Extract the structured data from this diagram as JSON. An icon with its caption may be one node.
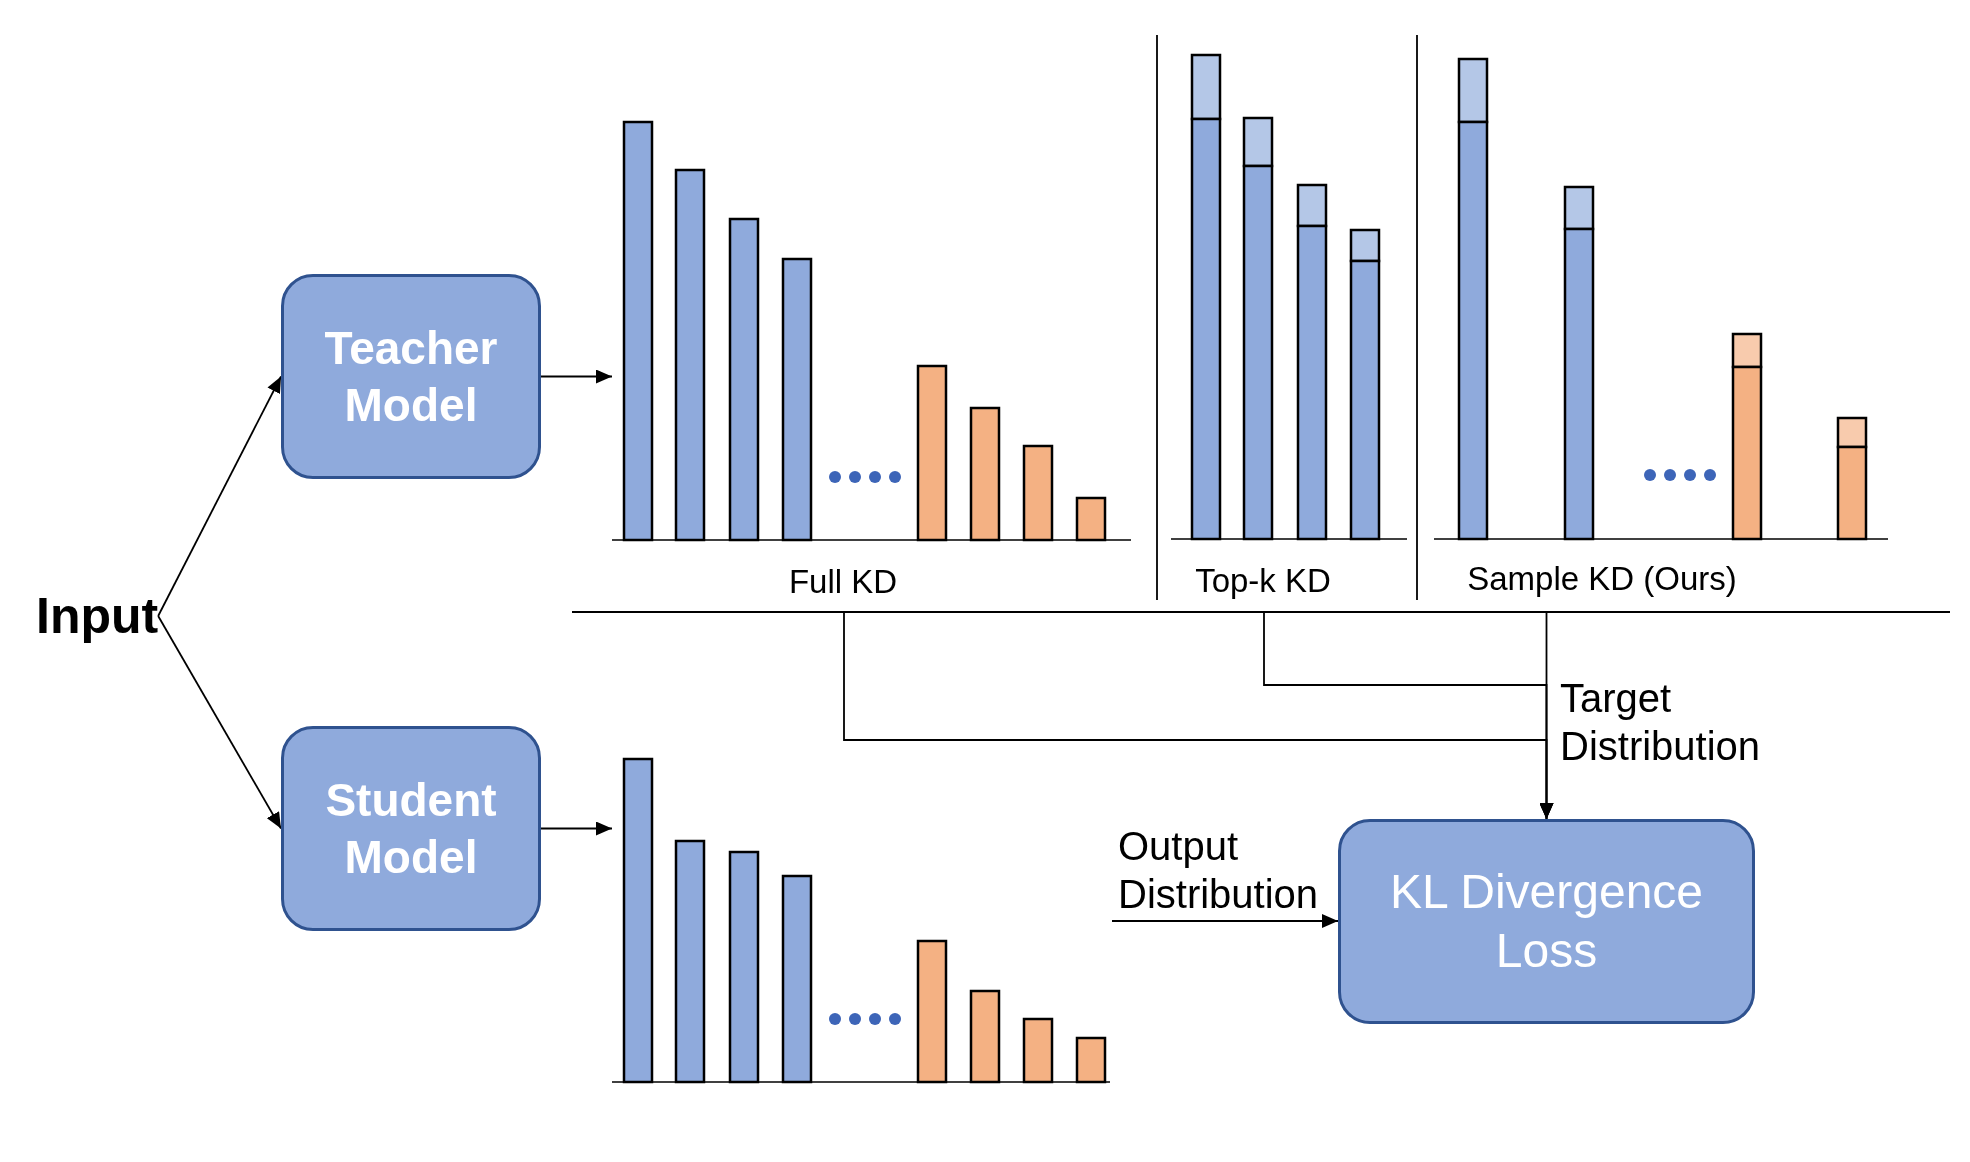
{
  "diagram": {
    "nodes": [
      {
        "text": [
          "Input"
        ]
      },
      {
        "text": [
          "Teacher Model"
        ]
      },
      {
        "text": [
          "Student Model"
        ]
      },
      {
        "text": [],
        "shape": "picture",
        "beside": [
          "Full KD"
        ]
      },
      {
        "text": [],
        "shape": "picture",
        "beside": [
          "Top-k KD"
        ]
      },
      {
        "text": [],
        "shape": "picture",
        "beside": [
          "Sample KD (Ours)"
        ]
      },
      {
        "text": [],
        "shape": "picture"
      },
      {
        "text": [
          "KL Divergence Loss"
        ]
      }
    ],
    "edges": [
      {
        "from": 0,
        "to": 1,
        "arrow": "to"
      },
      {
        "from": 0,
        "to": 2,
        "arrow": "to"
      },
      {
        "from": 1,
        "to": 3,
        "arrow": "to"
      },
      {
        "from": 2,
        "to": 6,
        "arrow": "to"
      },
      {
        "from": 3,
        "to": 7,
        "arrow": "to"
      },
      {
        "from": 4,
        "to": 7,
        "arrow": "to"
      },
      {
        "from": 5,
        "to": 7,
        "arrow": "to",
        "label": "Target Distribution"
      },
      {
        "from": 6,
        "to": 7,
        "arrow": "to",
        "label": "Output Distribution"
      }
    ]
  }
}
